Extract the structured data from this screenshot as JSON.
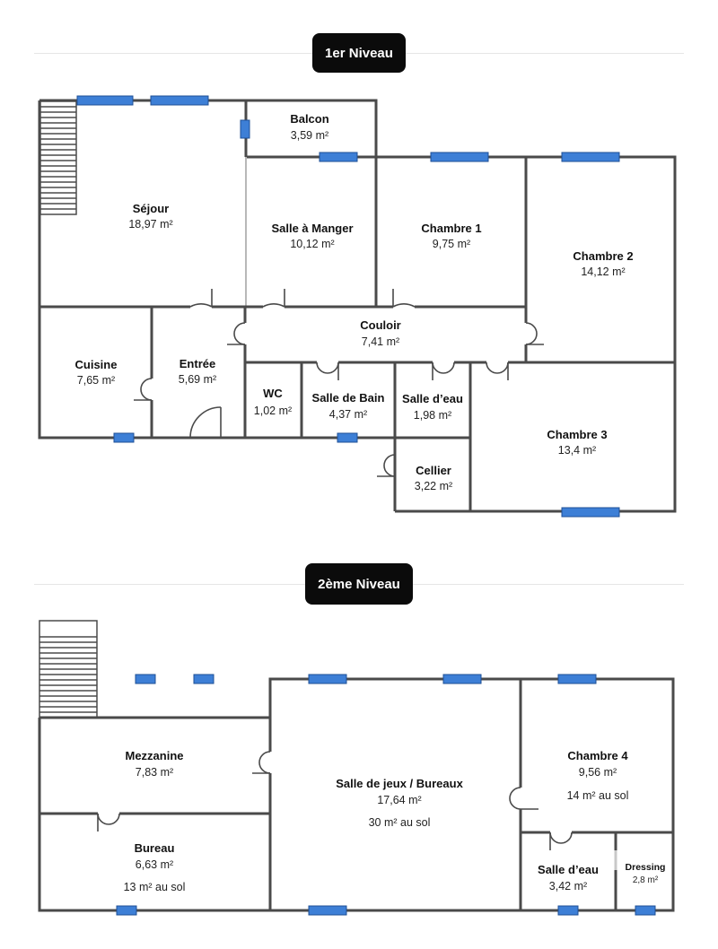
{
  "levels": [
    {
      "label": "1er Niveau",
      "rooms": [
        {
          "name": "Balcon",
          "area": "3,59 m²"
        },
        {
          "name": "Séjour",
          "area": "18,97 m²"
        },
        {
          "name": "Salle à Manger",
          "area": "10,12 m²"
        },
        {
          "name": "Chambre 1",
          "area": "9,75 m²"
        },
        {
          "name": "Chambre 2",
          "area": "14,12 m²"
        },
        {
          "name": "Couloir",
          "area": "7,41 m²"
        },
        {
          "name": "Cuisine",
          "area": "7,65 m²"
        },
        {
          "name": "Entrée",
          "area": "5,69 m²"
        },
        {
          "name": "WC",
          "area": "1,02 m²"
        },
        {
          "name": "Salle de Bain",
          "area": "4,37 m²"
        },
        {
          "name": "Salle d’eau",
          "area": "1,98 m²"
        },
        {
          "name": "Chambre 3",
          "area": "13,4 m²"
        },
        {
          "name": "Cellier",
          "area": "3,22 m²"
        }
      ]
    },
    {
      "label": "2ème Niveau",
      "rooms": [
        {
          "name": "Mezzanine",
          "area": "7,83 m²"
        },
        {
          "name": "Salle de jeux / Bureaux",
          "area": "17,64 m²",
          "floor": "30 m²  au sol"
        },
        {
          "name": "Chambre 4",
          "area": "9,56 m²",
          "floor": "14 m²  au sol"
        },
        {
          "name": "Bureau",
          "area": "6,63 m²",
          "floor": "13 m²  au sol"
        },
        {
          "name": "Salle d’eau",
          "area": "3,42 m²"
        },
        {
          "name": "Dressing",
          "area": "2,8 m²"
        }
      ]
    }
  ],
  "colors": {
    "wall": "#4a4a4a",
    "window": "#3d7fd6",
    "window_border": "#1e4f95",
    "pill": "#0b0b0b"
  }
}
